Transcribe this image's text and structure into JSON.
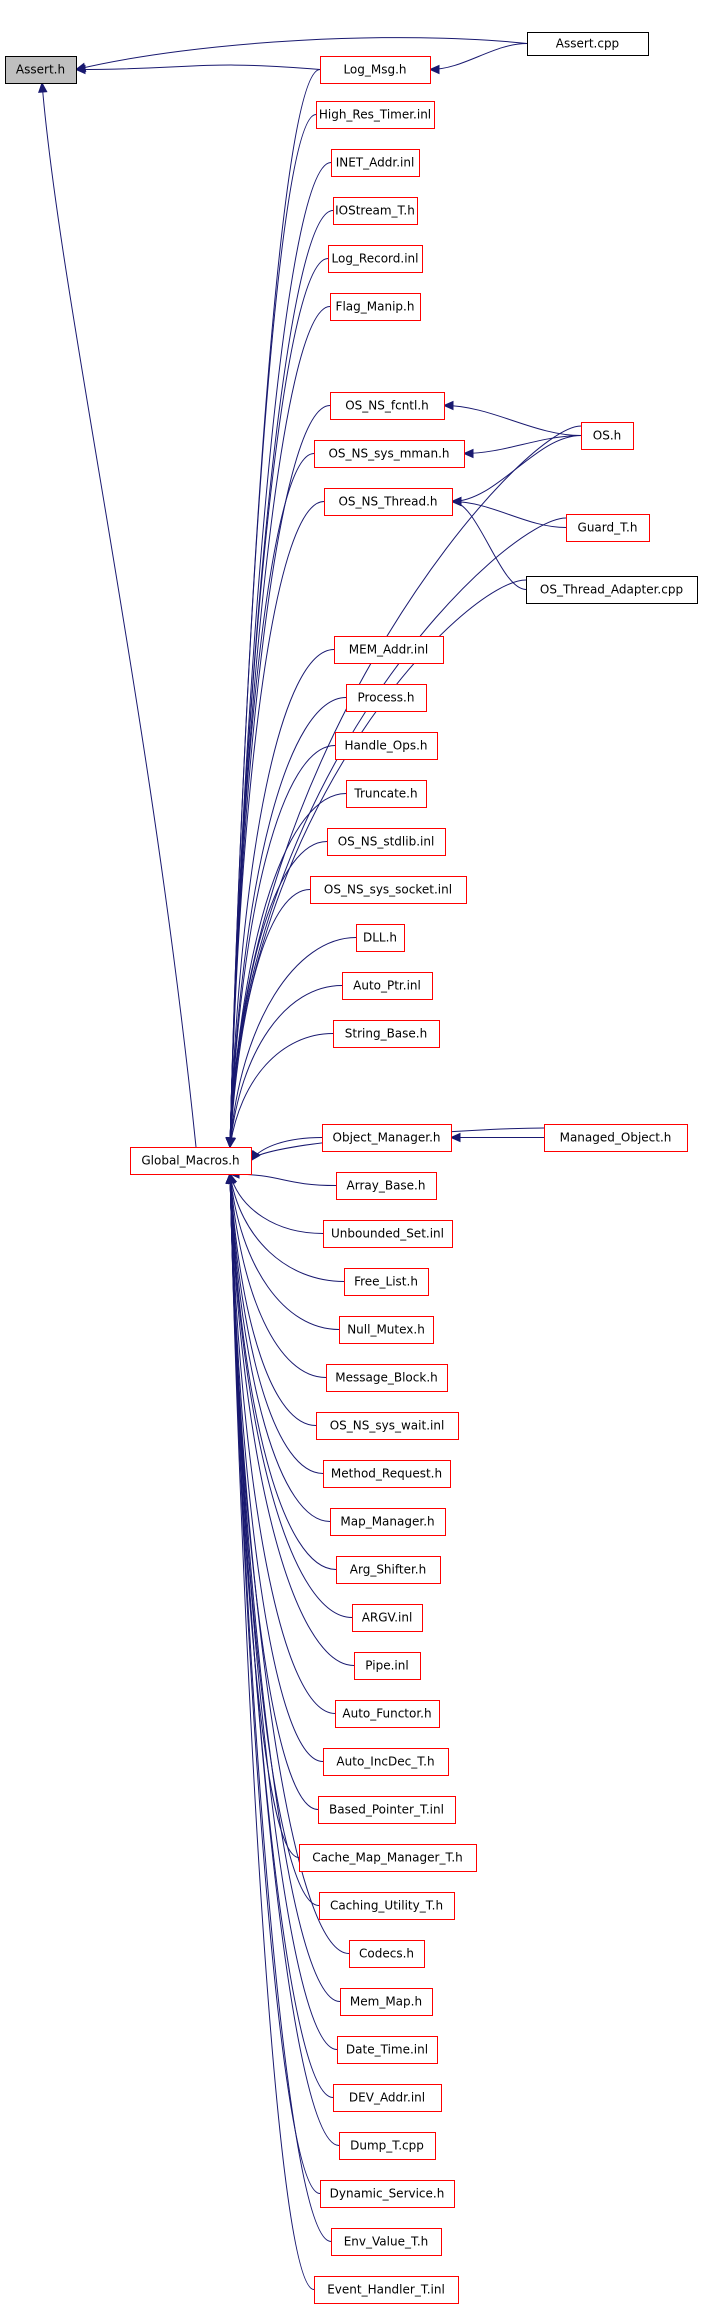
{
  "graph": {
    "colors": {
      "edge": "#191970",
      "root_fill": "#bfbfbf",
      "root_border": "#000000",
      "red_border": "#ff0000",
      "black_border": "#000000",
      "text": "#000000"
    },
    "nodes": [
      {
        "id": "assert_h",
        "label": "Assert.h",
        "style": "root"
      },
      {
        "id": "assert_cpp",
        "label": "Assert.cpp",
        "style": "black"
      },
      {
        "id": "log_msg_h",
        "label": "Log_Msg.h",
        "style": "red"
      },
      {
        "id": "high_res_timer",
        "label": "High_Res_Timer.inl",
        "style": "red"
      },
      {
        "id": "inet_addr",
        "label": "INET_Addr.inl",
        "style": "red"
      },
      {
        "id": "iostream_t",
        "label": "IOStream_T.h",
        "style": "red"
      },
      {
        "id": "log_record",
        "label": "Log_Record.inl",
        "style": "red"
      },
      {
        "id": "flag_manip",
        "label": "Flag_Manip.h",
        "style": "red"
      },
      {
        "id": "os_ns_fcntl",
        "label": "OS_NS_fcntl.h",
        "style": "red"
      },
      {
        "id": "os_h",
        "label": "OS.h",
        "style": "red"
      },
      {
        "id": "os_ns_sys_mman",
        "label": "OS_NS_sys_mman.h",
        "style": "red"
      },
      {
        "id": "os_ns_thread",
        "label": "OS_NS_Thread.h",
        "style": "red"
      },
      {
        "id": "guard_t",
        "label": "Guard_T.h",
        "style": "red"
      },
      {
        "id": "os_thread_adapter",
        "label": "OS_Thread_Adapter.cpp",
        "style": "black"
      },
      {
        "id": "mem_addr",
        "label": "MEM_Addr.inl",
        "style": "red"
      },
      {
        "id": "process_h",
        "label": "Process.h",
        "style": "red"
      },
      {
        "id": "handle_ops",
        "label": "Handle_Ops.h",
        "style": "red"
      },
      {
        "id": "truncate_h",
        "label": "Truncate.h",
        "style": "red"
      },
      {
        "id": "os_ns_stdlib",
        "label": "OS_NS_stdlib.inl",
        "style": "red"
      },
      {
        "id": "os_ns_sys_socket",
        "label": "OS_NS_sys_socket.inl",
        "style": "red"
      },
      {
        "id": "dll_h",
        "label": "DLL.h",
        "style": "red"
      },
      {
        "id": "auto_ptr",
        "label": "Auto_Ptr.inl",
        "style": "red"
      },
      {
        "id": "string_base",
        "label": "String_Base.h",
        "style": "red"
      },
      {
        "id": "global_macros",
        "label": "Global_Macros.h",
        "style": "red"
      },
      {
        "id": "object_manager",
        "label": "Object_Manager.h",
        "style": "red"
      },
      {
        "id": "managed_object",
        "label": "Managed_Object.h",
        "style": "red"
      },
      {
        "id": "array_base",
        "label": "Array_Base.h",
        "style": "red"
      },
      {
        "id": "unbounded_set",
        "label": "Unbounded_Set.inl",
        "style": "red"
      },
      {
        "id": "free_list",
        "label": "Free_List.h",
        "style": "red"
      },
      {
        "id": "null_mutex",
        "label": "Null_Mutex.h",
        "style": "red"
      },
      {
        "id": "message_block",
        "label": "Message_Block.h",
        "style": "red"
      },
      {
        "id": "os_ns_sys_wait",
        "label": "OS_NS_sys_wait.inl",
        "style": "red"
      },
      {
        "id": "method_request",
        "label": "Method_Request.h",
        "style": "red"
      },
      {
        "id": "map_manager",
        "label": "Map_Manager.h",
        "style": "red"
      },
      {
        "id": "arg_shifter",
        "label": "Arg_Shifter.h",
        "style": "red"
      },
      {
        "id": "argv_inl",
        "label": "ARGV.inl",
        "style": "red"
      },
      {
        "id": "pipe_inl",
        "label": "Pipe.inl",
        "style": "red"
      },
      {
        "id": "auto_functor",
        "label": "Auto_Functor.h",
        "style": "red"
      },
      {
        "id": "auto_incdec",
        "label": "Auto_IncDec_T.h",
        "style": "red"
      },
      {
        "id": "based_pointer",
        "label": "Based_Pointer_T.inl",
        "style": "red"
      },
      {
        "id": "cache_map_manager",
        "label": "Cache_Map_Manager_T.h",
        "style": "red"
      },
      {
        "id": "caching_utility",
        "label": "Caching_Utility_T.h",
        "style": "red"
      },
      {
        "id": "codecs_h",
        "label": "Codecs.h",
        "style": "red"
      },
      {
        "id": "mem_map",
        "label": "Mem_Map.h",
        "style": "red"
      },
      {
        "id": "date_time",
        "label": "Date_Time.inl",
        "style": "red"
      },
      {
        "id": "dev_addr",
        "label": "DEV_Addr.inl",
        "style": "red"
      },
      {
        "id": "dump_t",
        "label": "Dump_T.cpp",
        "style": "red"
      },
      {
        "id": "dynamic_service",
        "label": "Dynamic_Service.h",
        "style": "red"
      },
      {
        "id": "env_value_t",
        "label": "Env_Value_T.h",
        "style": "red"
      },
      {
        "id": "event_handler_t",
        "label": "Event_Handler_T.inl",
        "style": "red"
      }
    ],
    "edges": [
      [
        "assert_cpp",
        "assert_h"
      ],
      [
        "log_msg_h",
        "assert_h"
      ],
      [
        "global_macros",
        "assert_h"
      ],
      [
        "assert_cpp",
        "log_msg_h"
      ],
      [
        "os_h",
        "os_ns_fcntl"
      ],
      [
        "os_h",
        "os_ns_sys_mman"
      ],
      [
        "os_h",
        "os_ns_thread"
      ],
      [
        "os_h",
        "global_macros"
      ],
      [
        "guard_t",
        "os_ns_thread"
      ],
      [
        "os_thread_adapter",
        "os_ns_thread"
      ],
      [
        "guard_t",
        "global_macros"
      ],
      [
        "os_thread_adapter",
        "global_macros"
      ],
      [
        "managed_object",
        "object_manager"
      ],
      [
        "managed_object",
        "global_macros"
      ],
      [
        "log_msg_h",
        "global_macros"
      ],
      [
        "high_res_timer",
        "global_macros"
      ],
      [
        "inet_addr",
        "global_macros"
      ],
      [
        "iostream_t",
        "global_macros"
      ],
      [
        "log_record",
        "global_macros"
      ],
      [
        "flag_manip",
        "global_macros"
      ],
      [
        "os_ns_fcntl",
        "global_macros"
      ],
      [
        "os_ns_sys_mman",
        "global_macros"
      ],
      [
        "os_ns_thread",
        "global_macros"
      ],
      [
        "mem_addr",
        "global_macros"
      ],
      [
        "process_h",
        "global_macros"
      ],
      [
        "handle_ops",
        "global_macros"
      ],
      [
        "truncate_h",
        "global_macros"
      ],
      [
        "os_ns_stdlib",
        "global_macros"
      ],
      [
        "os_ns_sys_socket",
        "global_macros"
      ],
      [
        "dll_h",
        "global_macros"
      ],
      [
        "auto_ptr",
        "global_macros"
      ],
      [
        "string_base",
        "global_macros"
      ],
      [
        "object_manager",
        "global_macros"
      ],
      [
        "array_base",
        "global_macros"
      ],
      [
        "unbounded_set",
        "global_macros"
      ],
      [
        "free_list",
        "global_macros"
      ],
      [
        "null_mutex",
        "global_macros"
      ],
      [
        "message_block",
        "global_macros"
      ],
      [
        "os_ns_sys_wait",
        "global_macros"
      ],
      [
        "method_request",
        "global_macros"
      ],
      [
        "map_manager",
        "global_macros"
      ],
      [
        "arg_shifter",
        "global_macros"
      ],
      [
        "argv_inl",
        "global_macros"
      ],
      [
        "pipe_inl",
        "global_macros"
      ],
      [
        "auto_functor",
        "global_macros"
      ],
      [
        "auto_incdec",
        "global_macros"
      ],
      [
        "based_pointer",
        "global_macros"
      ],
      [
        "cache_map_manager",
        "global_macros"
      ],
      [
        "caching_utility",
        "global_macros"
      ],
      [
        "codecs_h",
        "global_macros"
      ],
      [
        "mem_map",
        "global_macros"
      ],
      [
        "date_time",
        "global_macros"
      ],
      [
        "dev_addr",
        "global_macros"
      ],
      [
        "dump_t",
        "global_macros"
      ],
      [
        "dynamic_service",
        "global_macros"
      ],
      [
        "env_value_t",
        "global_macros"
      ],
      [
        "event_handler_t",
        "global_macros"
      ]
    ]
  }
}
